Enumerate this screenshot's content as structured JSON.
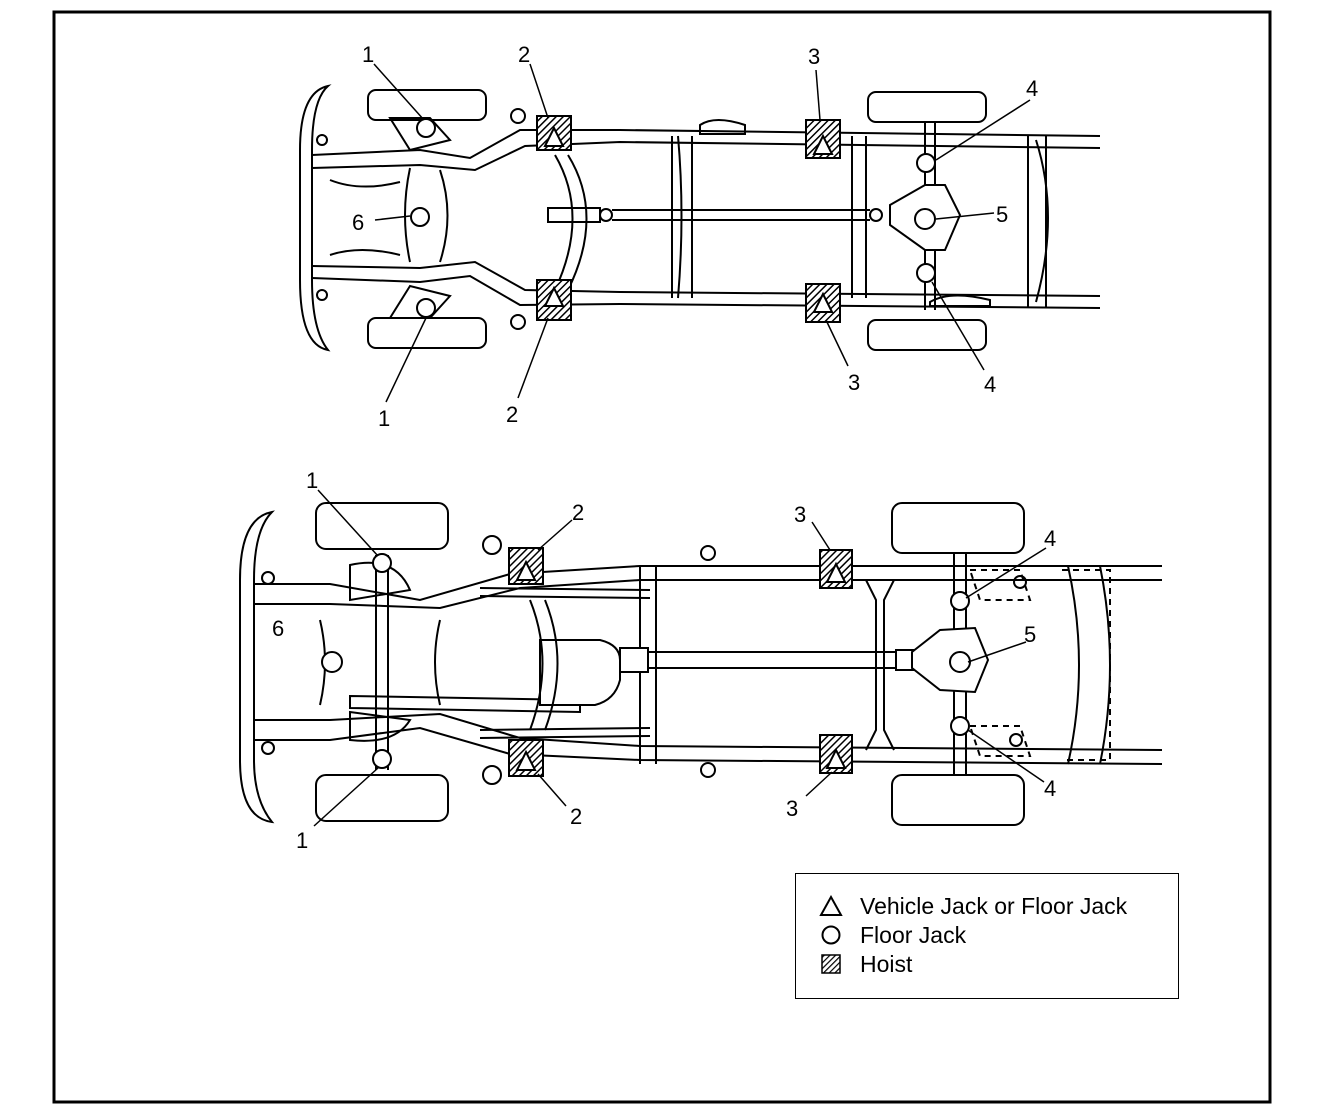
{
  "diagram": {
    "callouts": [
      "1",
      "2",
      "3",
      "4",
      "5",
      "6"
    ]
  },
  "legend": {
    "items": [
      {
        "symbol": "triangle-icon",
        "label": "Vehicle Jack or Floor Jack"
      },
      {
        "symbol": "circle-icon",
        "label": "Floor Jack"
      },
      {
        "symbol": "hatched-square-icon",
        "label": "Hoist"
      }
    ]
  },
  "colors": {
    "line": "#000000",
    "background": "#ffffff"
  }
}
